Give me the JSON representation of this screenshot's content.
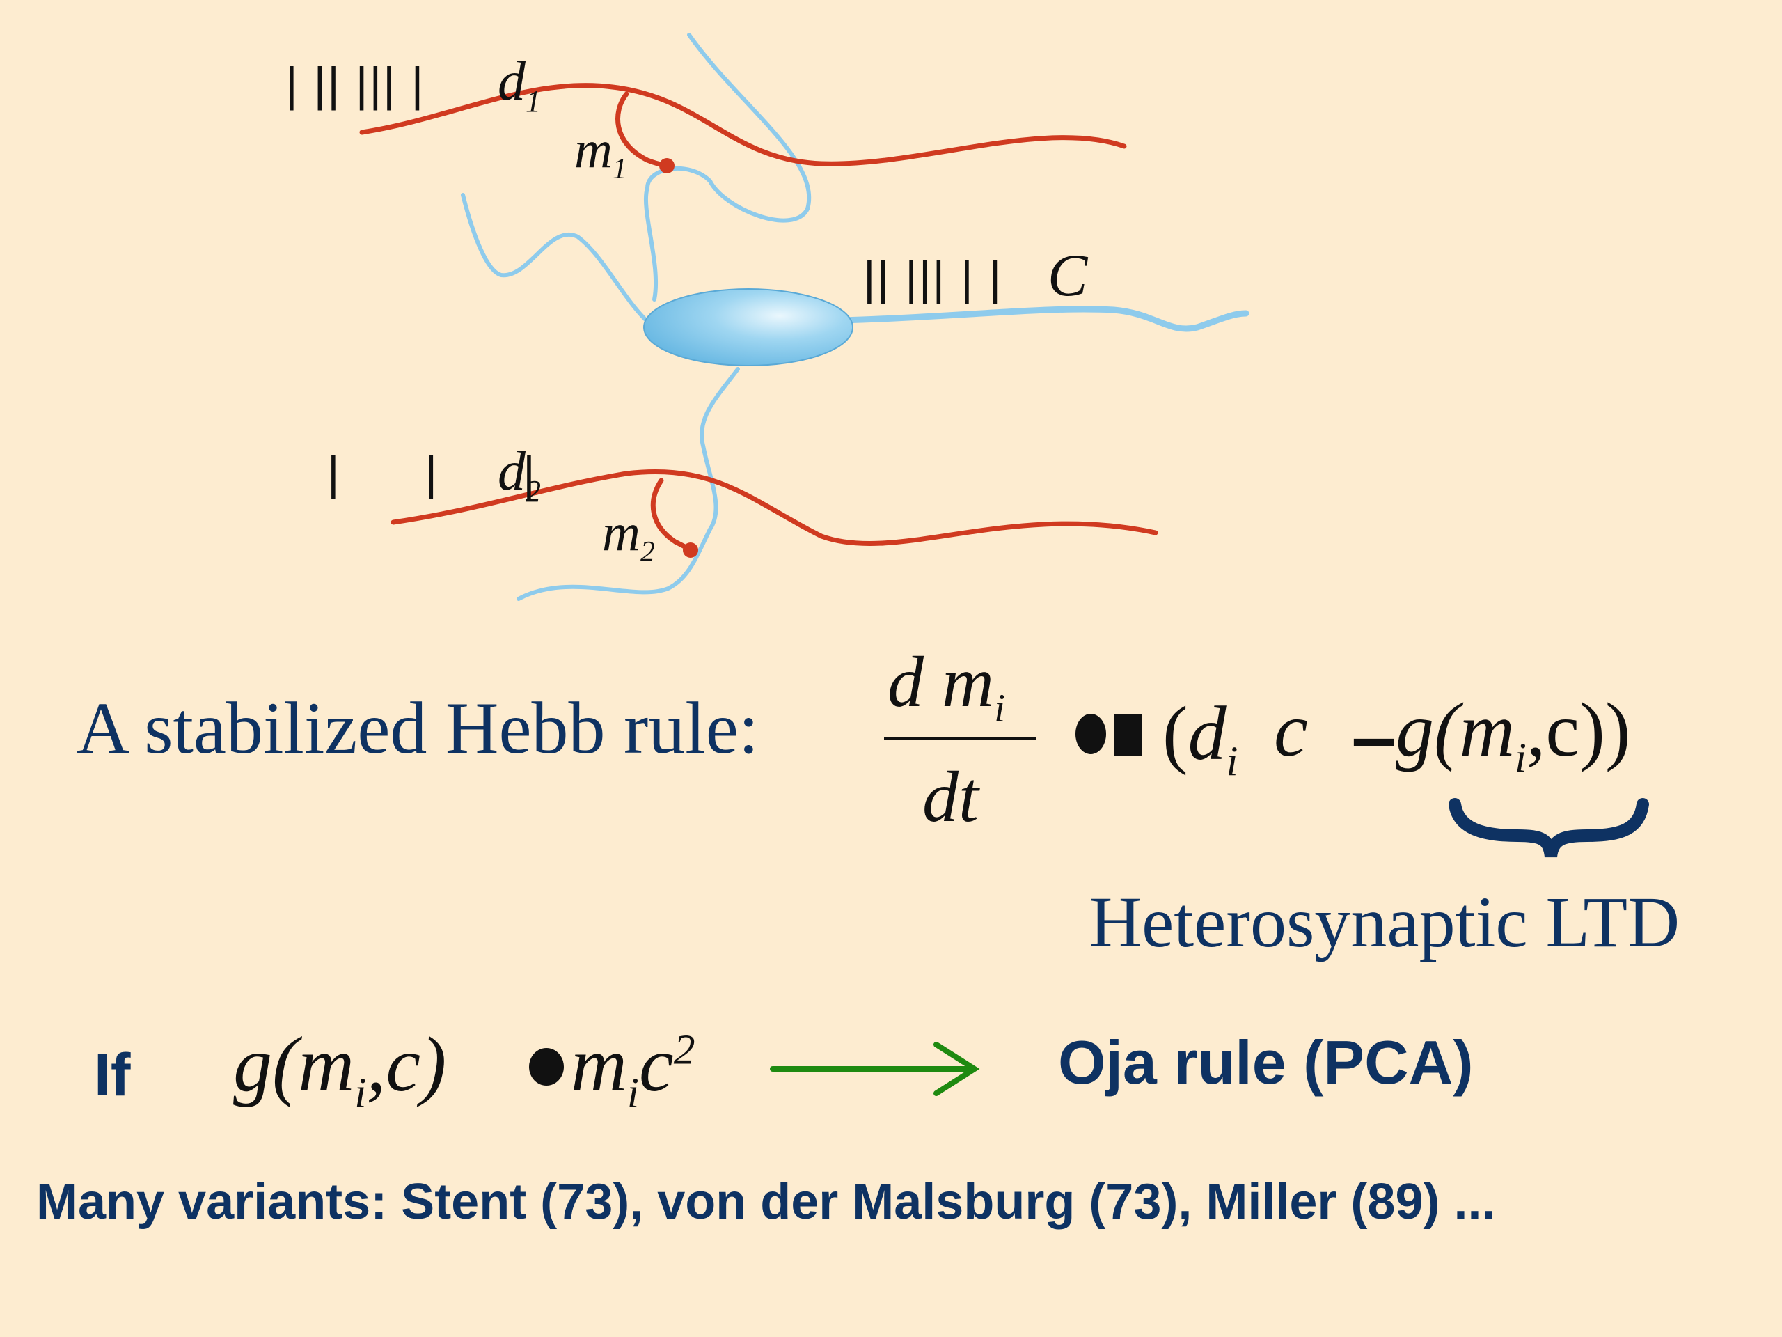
{
  "diagram": {
    "labels": {
      "d1": "d",
      "d1_sub": "1",
      "m1": "m",
      "m1_sub": "1",
      "c": "C",
      "d2": "d",
      "d2_sub": "2",
      "m2": "m",
      "m2_sub": "2"
    },
    "spike_trains": {
      "d1": "| || ||| |",
      "c": "|| ||| | |",
      "d2": "| | |"
    },
    "colors": {
      "presynaptic_axon": "#d03a20",
      "postsynaptic_neuron": "#8ecbec",
      "arrow": "#1e8a10",
      "text": "#0e3262"
    }
  },
  "equation": {
    "label": "A stabilized Hebb rule:",
    "numerator": "d m",
    "numerator_sub": "i",
    "denominator": "dt",
    "rhs_open": "(d",
    "rhs_d_sub": "i",
    "rhs_c": "c",
    "rhs_g": "g(m",
    "rhs_g_sub": "i",
    "rhs_close": ",c))",
    "brace_label": "Heterosynaptic LTD"
  },
  "oja": {
    "if_label": "If",
    "g_open": "g(m",
    "g_sub": "i",
    "g_close": ",c)",
    "m": "m",
    "m_sub": "i",
    "c": "c",
    "c_sup": "2",
    "result": "Oja rule (PCA)"
  },
  "footer": "Many variants: Stent (73), von der Malsburg (73), Miller (89) ..."
}
